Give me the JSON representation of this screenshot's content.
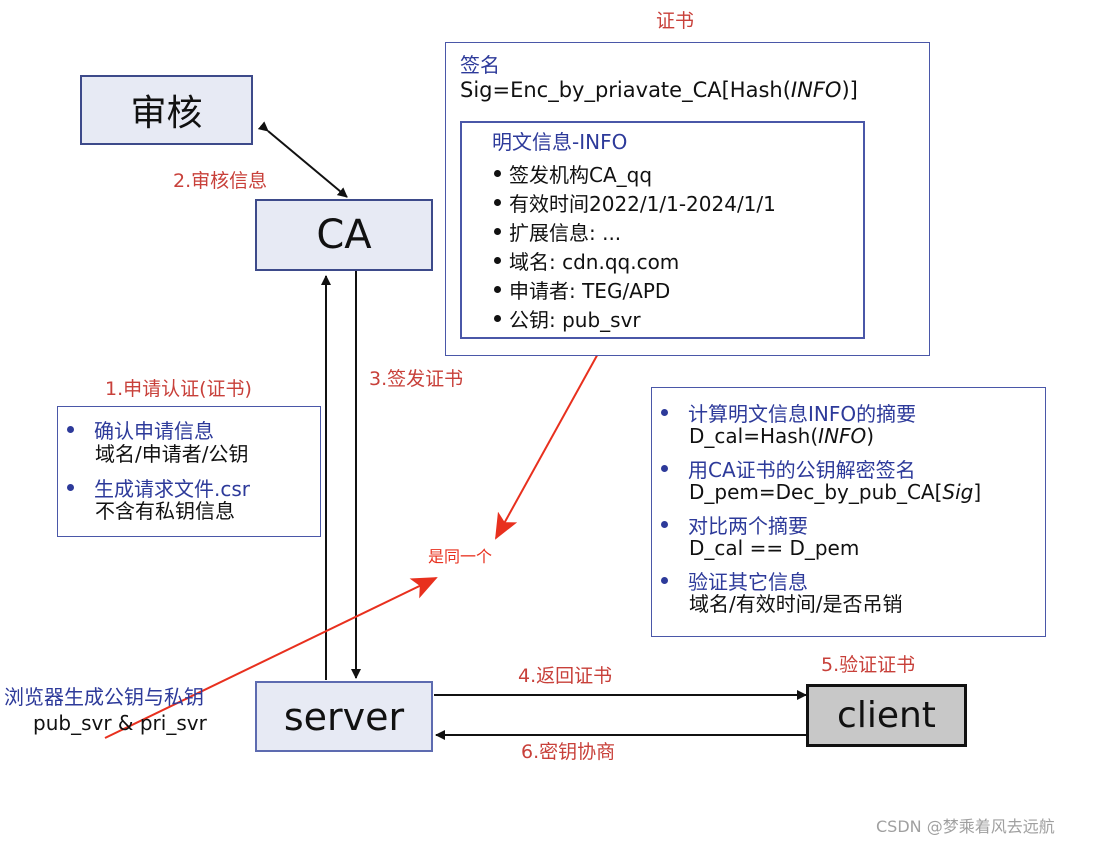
{
  "colors": {
    "label_red": "#c8403a",
    "node_fill": "#e7eaf4",
    "node_border": "#3d4a8a",
    "client_fill": "#c8c8c8",
    "panel_border": "#4a57a8",
    "text_blue": "#2d3a9a",
    "annotation_red": "#e8301e"
  },
  "nodes": {
    "review": "审核",
    "ca": "CA",
    "server": "server",
    "client": "client"
  },
  "steps": {
    "s1": "1.申请认证(证书)",
    "s2": "2.审核信息",
    "s3": "3.签发证书",
    "s4": "4.返回证书",
    "s5": "5.验证证书",
    "s6": "6.密钥协商"
  },
  "certificate": {
    "title": "证书",
    "signature_title": "签名",
    "signature_prefix": "Sig=Enc_by_priavate_CA[Hash(",
    "signature_var": "INFO",
    "signature_suffix": ")]",
    "info_title": "明文信息-INFO",
    "info_items": [
      "签发机构CA_qq",
      "有效时间2022/1/1-2024/1/1",
      "扩展信息: ...",
      "域名: cdn.qq.com",
      "申请者: TEG/APD",
      "公钥:  pub_svr"
    ]
  },
  "request_panel": {
    "item1_title": "确认申请信息",
    "item1_detail": "域名/申请者/公钥",
    "item2_title": "生成请求文件.csr",
    "item2_detail": "不含有私钥信息"
  },
  "verify_panel": {
    "item1_title": "计算明文信息INFO的摘要",
    "item1_prefix": "D_cal=Hash(",
    "item1_var": "INFO",
    "item1_suffix": ")",
    "item2_title": "用CA证书的公钥解密签名",
    "item2_prefix": "D_pem=Dec_by_pub_CA[",
    "item2_var": "Sig",
    "item2_suffix": "]",
    "item3_title": "对比两个摘要",
    "item3_detail": "D_cal == D_pem",
    "item4_title": "验证其它信息",
    "item4_detail": "域名/有效时间/是否吊销"
  },
  "server_keys": {
    "browser_prefix": "浏览器",
    "generate_label": "生成公钥与私钥",
    "keys_line": "pub_svr & pri_svr"
  },
  "annotation": {
    "same_one": "是同一个"
  },
  "watermark": "CSDN @梦乘着风去远航"
}
